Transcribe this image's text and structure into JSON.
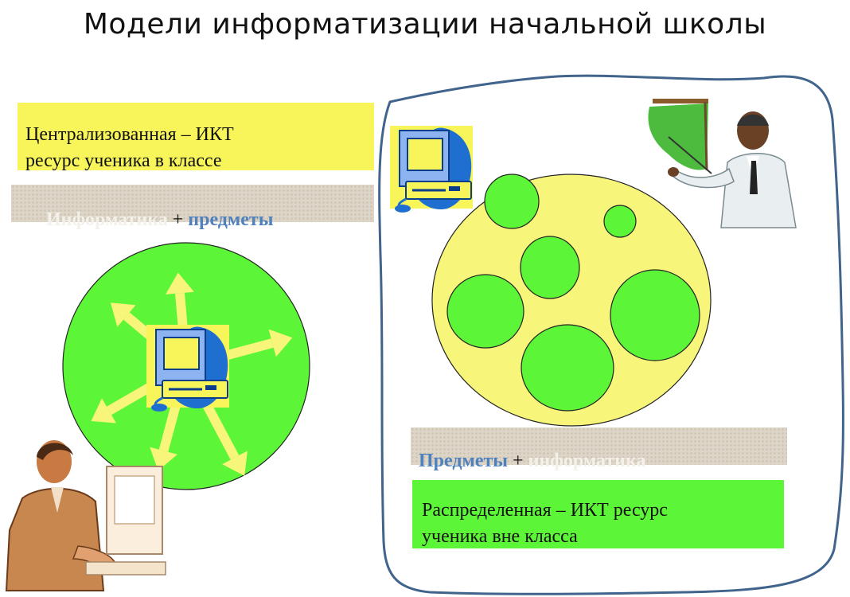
{
  "title": "Модели информатизации  начальной школы",
  "centralized": {
    "box_line1": "Централизованная – ИКТ",
    "box_line2": "ресурс ученика в классе",
    "bar_word1": "Информатика",
    "bar_plus": "+",
    "bar_word2": "предметы"
  },
  "distributed": {
    "bar_word1": "Предметы",
    "bar_plus": "+",
    "bar_word2": "информатика",
    "box_line1": "Распределенная – ИКТ ресурс",
    "box_line2": "ученика  вне класса"
  },
  "colors": {
    "yellow": "#f7f55a",
    "green": "#5df537",
    "blue": "#4f81bd",
    "beige": "#ddd5c8"
  },
  "icons": [
    "computer-icon",
    "student-at-computer-clipart",
    "teacher-with-pointer-clipart"
  ]
}
